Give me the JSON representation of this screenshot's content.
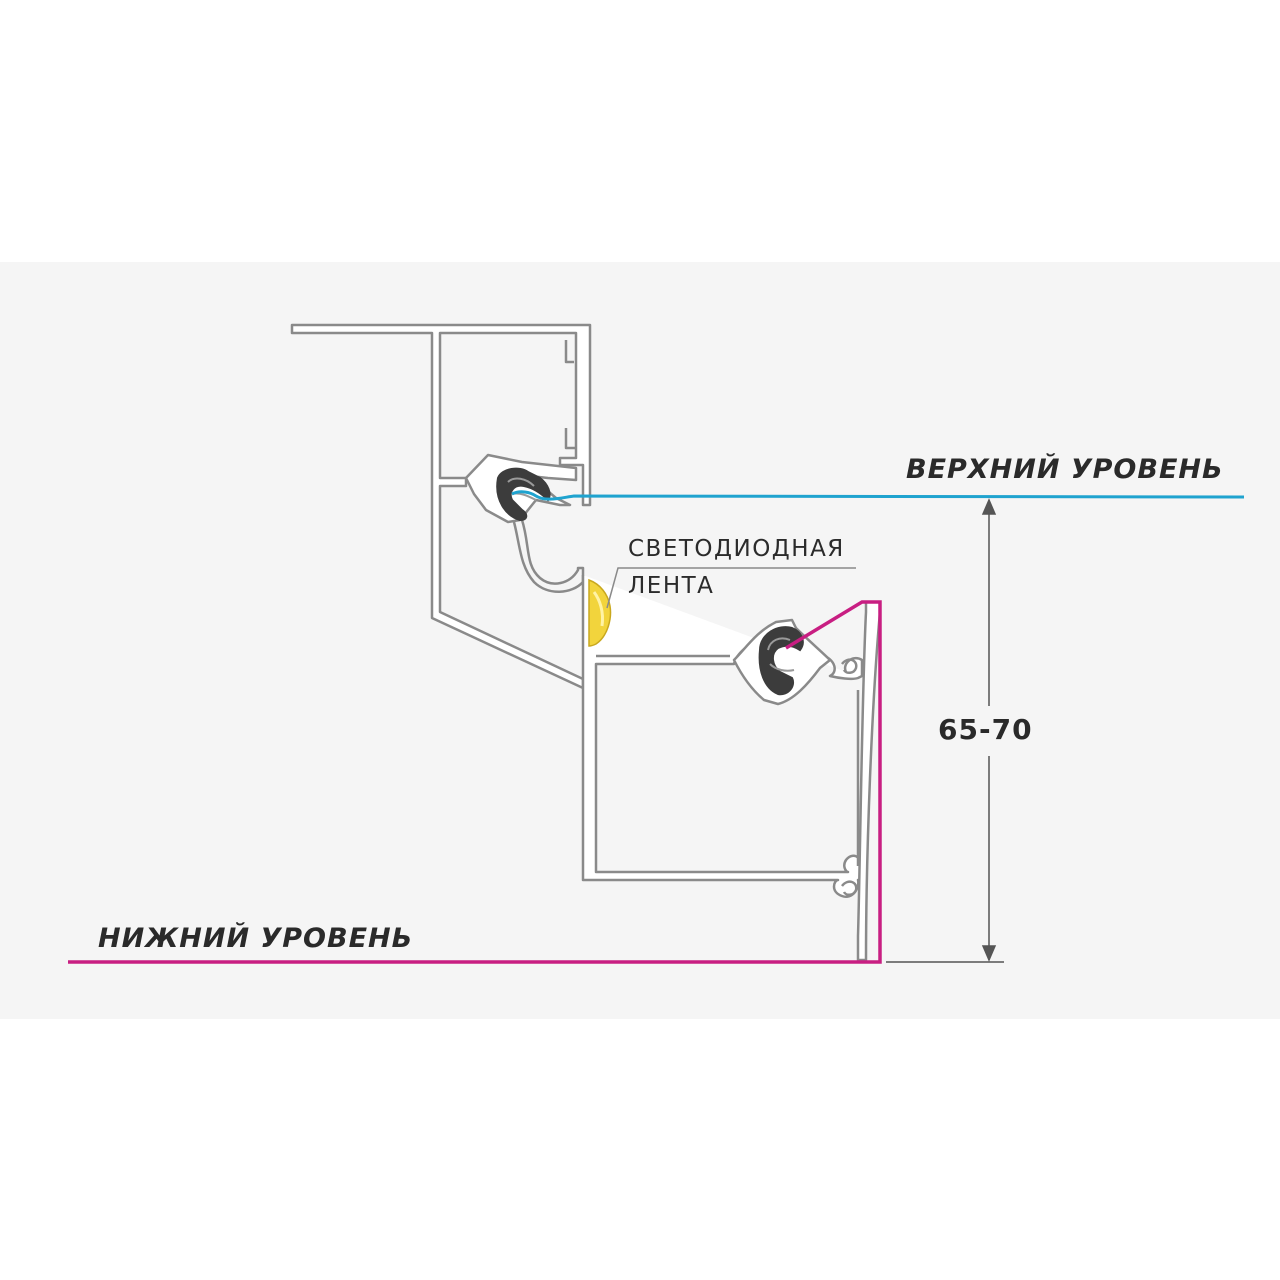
{
  "labels": {
    "upper_level": "ВЕРХНИЙ УРОВЕНЬ",
    "lower_level": "НИЖНИЙ УРОВЕНЬ",
    "led_strip_line1": "СВЕТОДИОДНАЯ",
    "led_strip_line2": "ЛЕНТА",
    "dimension": "65-70"
  },
  "colors": {
    "upper_film": "#1fa3cf",
    "lower_film": "#c81e82",
    "led_strip": "#f2d43c",
    "profile_outline": "#8a8a8a",
    "profile_fill": "#ffffff",
    "gasket": "#3c3c3c",
    "background_panel": "#f5f5f5"
  }
}
